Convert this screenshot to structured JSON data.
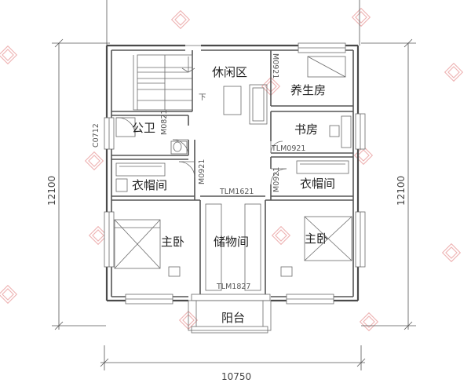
{
  "rooms": {
    "leisure": "休闲区",
    "wellness": "养生房",
    "toilet": "公卫",
    "study": "书房",
    "cloak_left": "衣帽间",
    "cloak_right": "衣帽间",
    "master_left": "主卧",
    "storage": "储物间",
    "master_right": "主卧",
    "balcony": "阳台"
  },
  "codes": {
    "m0921_top": "M0921",
    "m0821": "M0821",
    "c0712": "C0712",
    "tlm0921": "TLM0921",
    "m0921_left": "M0921",
    "tlm1621": "TLM1621",
    "m0921_right": "M0921",
    "tlm1827": "TLM1827",
    "stair_down": "下"
  },
  "dimensions": {
    "height_left": "12100",
    "height_right": "12100",
    "width_bottom": "10750"
  },
  "colors": {
    "wall": "#4a4a4a",
    "watermark": "#e89a9a"
  }
}
